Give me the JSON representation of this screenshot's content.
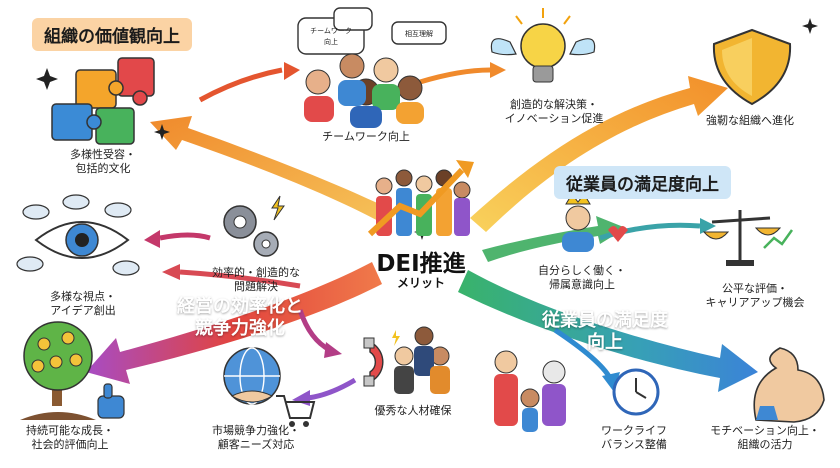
{
  "center": {
    "title": "DEI推進",
    "subtitle": "メリット"
  },
  "sections": {
    "org_value": "組織の価値観向上",
    "employee_satisfaction_box": "従業員の満足度向上",
    "efficiency": [
      "経営の効率化と",
      "競争力強化"
    ],
    "employee_satisfaction_flow": [
      "従業員の満足度",
      "向上"
    ]
  },
  "bubbles": {
    "teamwork_bubble": [
      "チームワーク",
      "向上"
    ],
    "mutual_bubble": "相互理解"
  },
  "items": {
    "diversity": [
      "多様性受容・",
      "包括的文化"
    ],
    "teamwork": "チームワーク向上",
    "innovation": [
      "創造的な解決策・",
      "イノベーション促進"
    ],
    "resilient": "強靭な組織へ進化",
    "perspectives": [
      "多様な視点・",
      "アイデア創出"
    ],
    "problem_solving": [
      "効率的・創造的な",
      "問題解決"
    ],
    "sustainable": [
      "持続可能な成長・",
      "社会的評価向上"
    ],
    "market": [
      "市場競争力強化・",
      "顧客ニーズ対応"
    ],
    "talent": "優秀な人材確保",
    "belonging": [
      "自分らしく働く・",
      "帰属意識向上"
    ],
    "fair_eval": [
      "公平な評価・",
      "キャリアアップ機会"
    ],
    "work_life": [
      "ワークライフ",
      "バランス整備"
    ],
    "motivation": [
      "モチベーション向上・",
      "組織の活力"
    ]
  },
  "colors": {
    "pill_orange": "#fbd3a4",
    "pill_blue": "#cfe6f7",
    "arrow_orange": "#f59a2e",
    "arrow_red": "#e24d43",
    "arrow_purple": "#8f55c9",
    "arrow_green": "#4fb46e",
    "arrow_blue": "#3a8fd6",
    "shield": "#f2b531",
    "bulb": "#f7d446"
  }
}
